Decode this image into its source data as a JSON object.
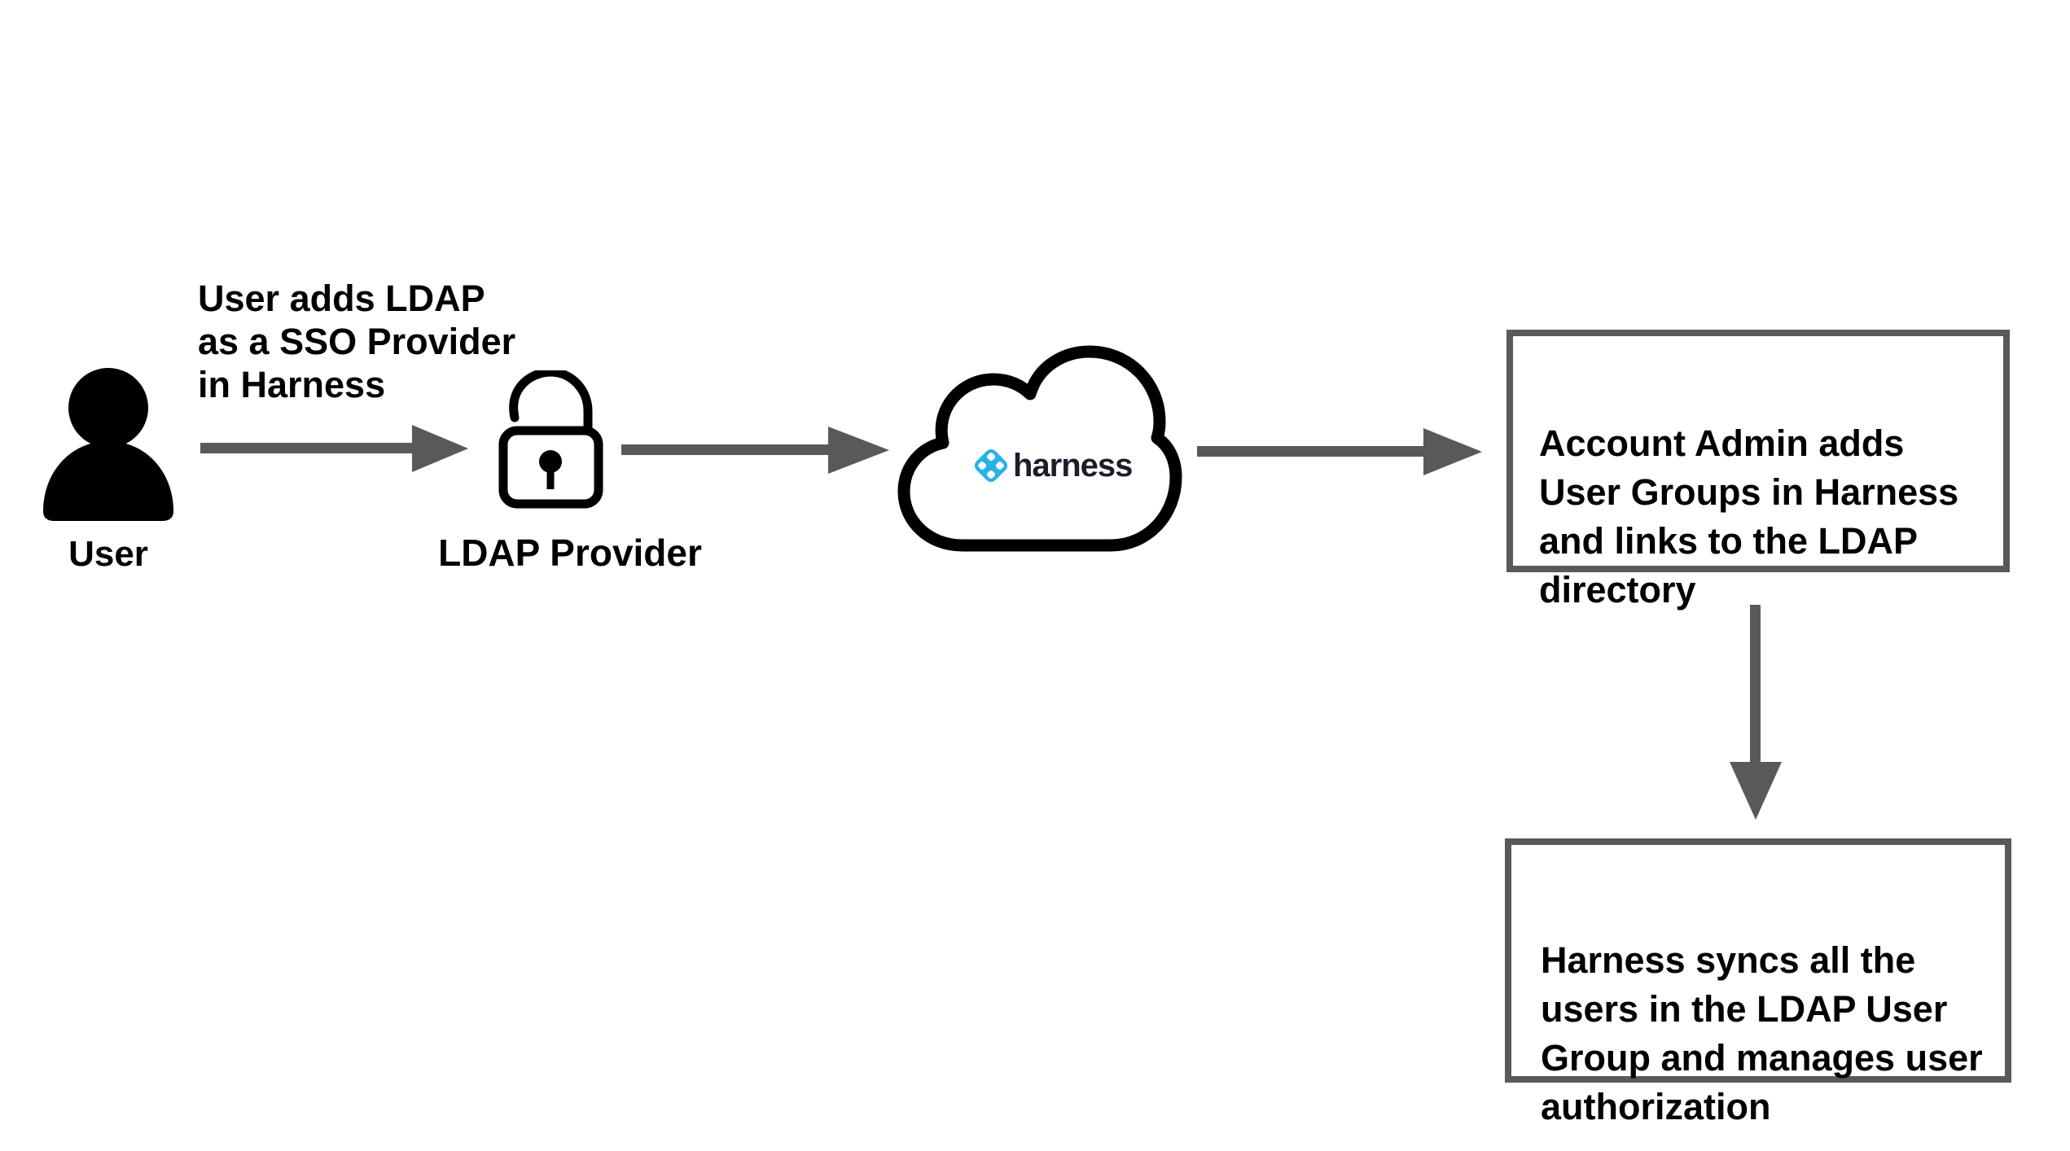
{
  "diagram": {
    "background": "#ffffff",
    "colors": {
      "arrow": "#595959",
      "box_border": "#595959",
      "icon_black": "#000000",
      "harness_blue": "#29b2e6",
      "harness_text": "#1c1c2b"
    },
    "user": {
      "label": "User",
      "icon": "person-icon"
    },
    "annotation": "User adds LDAP\nas a SSO Provider\nin Harness",
    "ldap_provider": {
      "label": "LDAP Provider",
      "icon": "open-padlock-icon"
    },
    "harness_cloud": {
      "icon": "cloud-icon",
      "logo_icon": "harness-diamond-icon",
      "logo_text": "harness"
    },
    "admin_box": {
      "text": "Account Admin adds\nUser Groups in Harness\nand links to the LDAP\ndirectory"
    },
    "sync_box": {
      "text": "Harness syncs all the\nusers in the LDAP User\nGroup and manages user\nauthorization"
    }
  }
}
